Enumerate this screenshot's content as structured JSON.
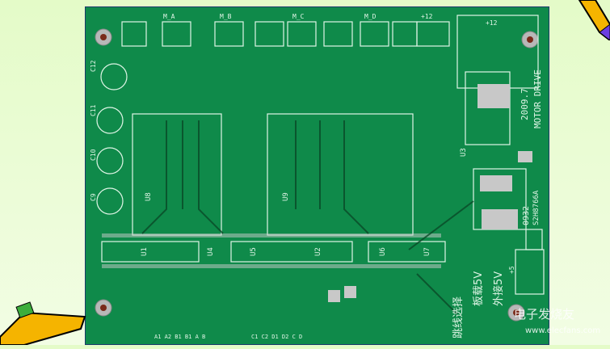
{
  "board": {
    "title": "MOTOR DRIVE",
    "date": "2009.7",
    "top_connectors": [
      "M_A",
      "M_A",
      "M_B",
      "M_B",
      "M_C",
      "M_C",
      "M_D",
      "M_D",
      "+12",
      "+12",
      "+12"
    ],
    "chips": [
      "U1",
      "U2",
      "U3",
      "U4",
      "U5",
      "U6",
      "U7",
      "U8",
      "U9"
    ],
    "capacitors": [
      "C12",
      "C11",
      "C10",
      "C9"
    ],
    "part_code": "S2H8766A",
    "date_code": "0932",
    "jumper_title": "跳线选择",
    "jumper_onboard": "板载5V",
    "jumper_external": "外接5V",
    "power_label": "+5",
    "bottom_labels_left": "A1 A2 B1 B1 A B",
    "bottom_labels_right": "C1 C2 D1 D2 C D"
  },
  "watermark": {
    "brand": "电子发烧友",
    "url": "www.elecfans.com"
  },
  "colors": {
    "pcb": "#0f8a4a",
    "silkscreen": "#dff5e6",
    "background": "#e9fcd6"
  }
}
